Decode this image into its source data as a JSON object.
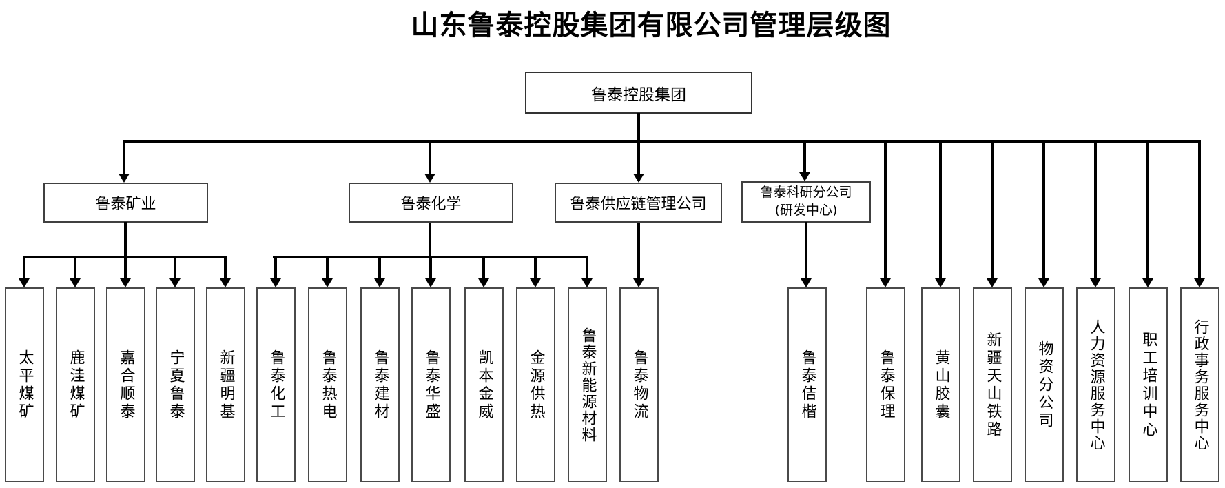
{
  "title": "山东鲁泰控股集团有限公司管理层级图",
  "root": {
    "label": "鲁泰控股集团"
  },
  "level2": {
    "mining": "鲁泰矿业",
    "chemistry": "鲁泰化学",
    "supply_chain": "鲁泰供应链管理公司",
    "research_line1": "鲁泰科研分公司",
    "research_line2": "(研发中心)"
  },
  "subsidiaries": {
    "mining": [
      "太平煤矿",
      "鹿洼煤矿",
      "嘉合顺泰",
      "宁夏鲁泰",
      "新疆明基"
    ],
    "chemistry": [
      "鲁泰化工",
      "鲁泰热电",
      "鲁泰建材",
      "鲁泰华盛",
      "凯本金威",
      "金源供热",
      "鲁泰新能源材料"
    ],
    "supply_chain": [
      "鲁泰物流"
    ],
    "research": [
      "鲁泰佶楷"
    ],
    "direct": [
      "鲁泰保理",
      "黄山胶囊",
      "新疆天山铁路",
      "物资分公司",
      "人力资源服务中心",
      "职工培训中心",
      "行政事务服务中心"
    ]
  }
}
